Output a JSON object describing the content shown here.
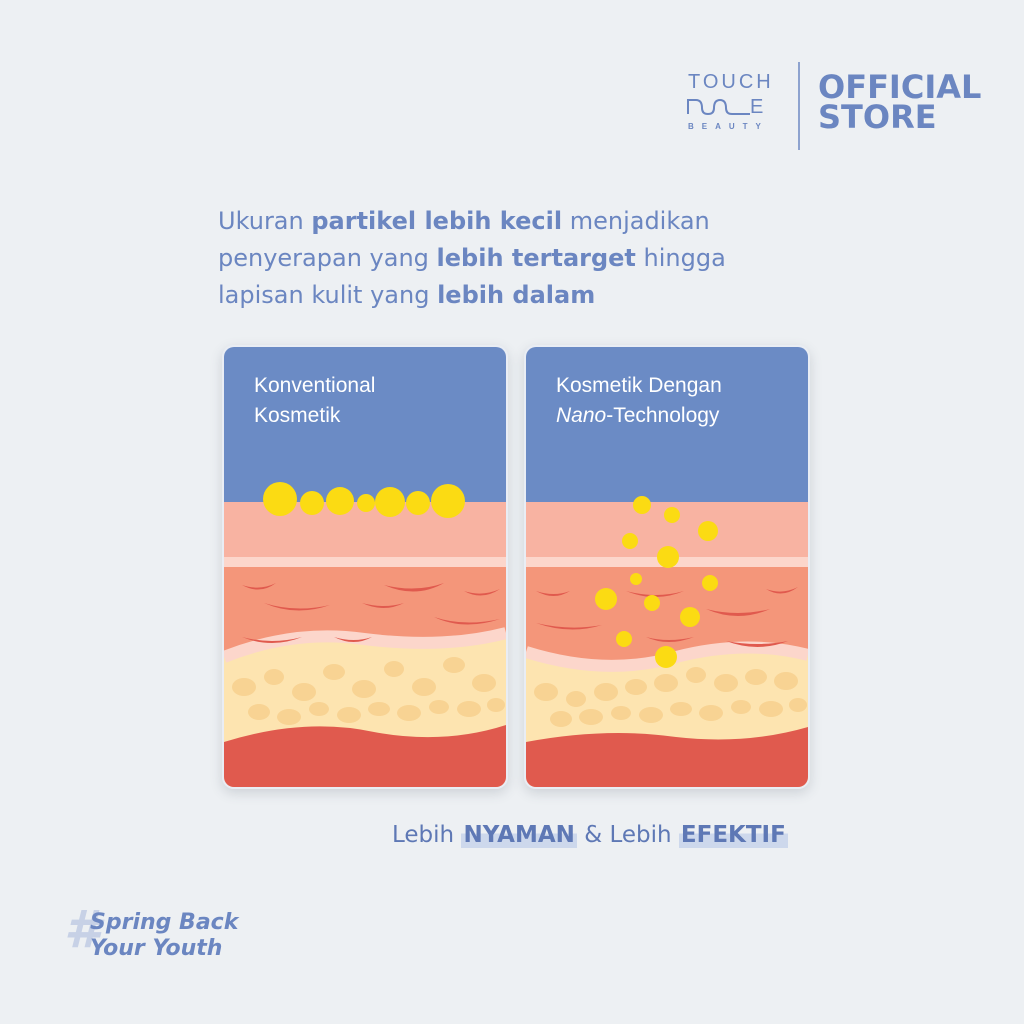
{
  "brand": {
    "logo_line1": "TOUCH",
    "logo_e": "E",
    "logo_line2": "BEAUTY",
    "store_line1": "OFFICIAL",
    "store_line2": "STORE",
    "color": "#6b86c1"
  },
  "headline": {
    "parts": [
      {
        "text": "Ukuran ",
        "bold": false
      },
      {
        "text": "partikel lebih kecil",
        "bold": true
      },
      {
        "text": " menjadikan penyerapan yang ",
        "bold": false
      },
      {
        "text": "lebih tertarget",
        "bold": true
      },
      {
        "text": " hingga lapisan kulit yang ",
        "bold": false
      },
      {
        "text": "lebih dalam",
        "bold": true
      }
    ]
  },
  "cards": [
    {
      "title_line1": "Konventional",
      "title_line2": "Kosmetik"
    },
    {
      "title_line1": "Kosmetik Dengan",
      "title_line2_italic": "Nano",
      "title_line2_rest": "-Technology"
    }
  ],
  "tagline": {
    "prefix": "Lebih ",
    "word1": "NYAMAN",
    "middle": " & Lebih ",
    "word2": "EFEKTIF"
  },
  "hashtag": {
    "symbol": "#",
    "line1": "Spring Back",
    "line2": "Your Youth"
  },
  "colors": {
    "background": "#edf0f3",
    "sky": "#6b8bc5",
    "epidermis": "#f8b3a2",
    "dermis": "#f4967a",
    "fat": "#fde4b0",
    "muscle": "#e05a4e",
    "particle": "#fbdb13"
  }
}
